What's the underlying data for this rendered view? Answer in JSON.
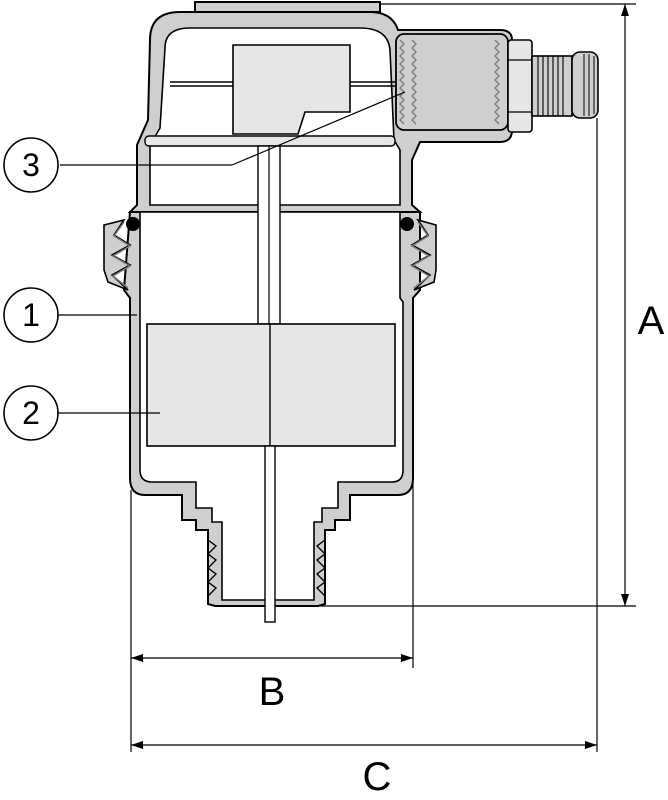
{
  "callouts": [
    {
      "id": "1",
      "label": "1"
    },
    {
      "id": "2",
      "label": "2"
    },
    {
      "id": "3",
      "label": "3"
    }
  ],
  "dimensions": {
    "height": "A",
    "body_width": "B",
    "total_width": "C"
  },
  "colors": {
    "body_fill": "#cfcfcf",
    "float_fill": "#e6e6e6",
    "outline": "#000000",
    "thread": "#7a7a7a",
    "seal": "#000000",
    "background": "#ffffff"
  }
}
